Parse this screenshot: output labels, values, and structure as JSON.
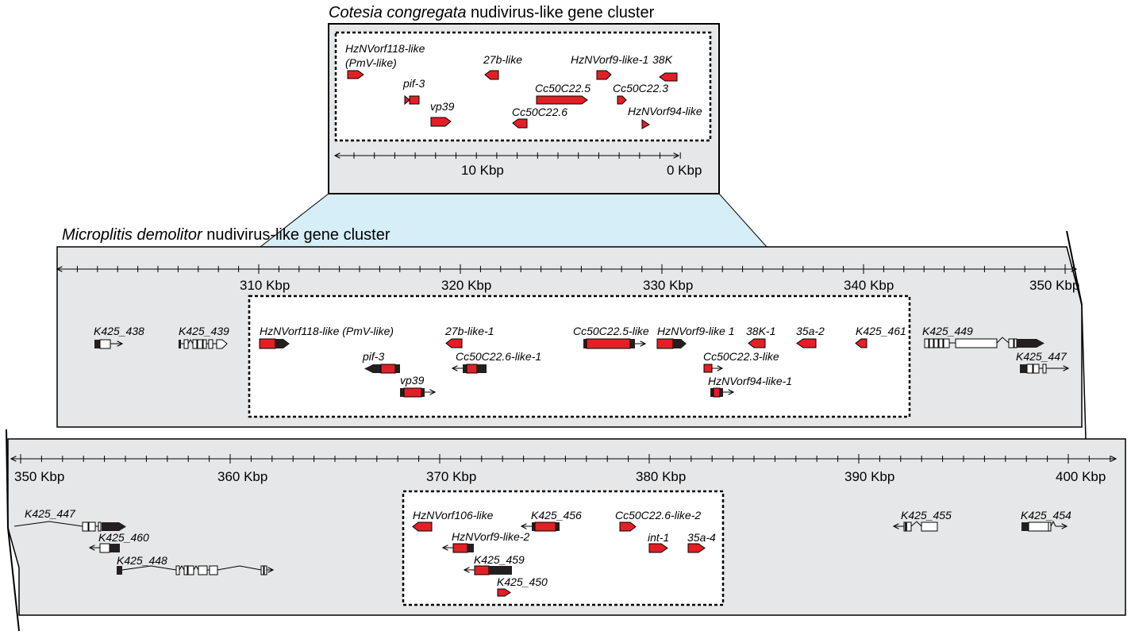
{
  "colors": {
    "nudi": "#e31f26",
    "dark": "#231f20",
    "panel": "#e6e7e8",
    "zoom": "#d6eef8",
    "box": "#ffffff"
  },
  "cotesia": {
    "title_italic": "Cotesia congregata",
    "title_rest": " nudivirus-like gene cluster",
    "scale_labels": {
      "left": "10 Kbp",
      "right": "0 Kbp"
    },
    "genes": [
      {
        "id": "hz118",
        "label": "HzNVorf118-like"
      },
      {
        "id": "hz118b",
        "label": "(PmV-like)"
      },
      {
        "id": "pif3",
        "label": "pif-3"
      },
      {
        "id": "vp39",
        "label": "vp39"
      },
      {
        "id": "27b",
        "label": "27b-like"
      },
      {
        "id": "cc225",
        "label": "Cc50C22.5"
      },
      {
        "id": "cc226",
        "label": "Cc50C22.6"
      },
      {
        "id": "hz9",
        "label": "HzNVorf9-like-1"
      },
      {
        "id": "cc223",
        "label": "Cc50C22.3"
      },
      {
        "id": "38k",
        "label": "38K"
      },
      {
        "id": "hz94",
        "label": "HzNVorf94-like"
      }
    ]
  },
  "microplitis": {
    "title_italic": "Microplitis demolitor",
    "title_rest": " nudivirus-like gene cluster",
    "panel1": {
      "scale_labels": [
        "310 Kbp",
        "320 Kbp",
        "330 Kbp",
        "340 Kbp",
        "350 Kbp"
      ],
      "genes": [
        {
          "id": "k438",
          "label": "K425_438"
        },
        {
          "id": "k439",
          "label": "K425_439"
        },
        {
          "id": "hz118",
          "label": "HzNVorf118-like (PmV-like)"
        },
        {
          "id": "pif3",
          "label": "pif-3"
        },
        {
          "id": "vp39",
          "label": "vp39"
        },
        {
          "id": "27b",
          "label": "27b-like-1"
        },
        {
          "id": "cc226",
          "label": "Cc50C22.6-like-1"
        },
        {
          "id": "cc225",
          "label": "Cc50C22.5-like"
        },
        {
          "id": "hz9",
          "label": "HzNVorf9-like 1"
        },
        {
          "id": "38k",
          "label": "38K-1"
        },
        {
          "id": "35a2",
          "label": "35a-2"
        },
        {
          "id": "k461",
          "label": "K425_461"
        },
        {
          "id": "cc223",
          "label": "Cc50C22.3-like"
        },
        {
          "id": "hz94",
          "label": "HzNVorf94-like-1"
        },
        {
          "id": "k449",
          "label": "K425_449"
        },
        {
          "id": "k447",
          "label": "K425_447"
        }
      ]
    },
    "panel2": {
      "scale_labels": [
        "350 Kbp",
        "360 Kbp",
        "370 Kbp",
        "380 Kbp",
        "390 Kbp",
        "400 Kbp"
      ],
      "genes": [
        {
          "id": "k447",
          "label": "K425_447"
        },
        {
          "id": "k460",
          "label": "K425_460"
        },
        {
          "id": "k448",
          "label": "K425_448"
        },
        {
          "id": "hz106",
          "label": "HzNVorf106-like"
        },
        {
          "id": "k456",
          "label": "K425_456"
        },
        {
          "id": "hz9b",
          "label": "HzNVorf9-like-2"
        },
        {
          "id": "k459",
          "label": "K425_459"
        },
        {
          "id": "k450",
          "label": "K425_450"
        },
        {
          "id": "cc226b",
          "label": "Cc50C22.6-like-2"
        },
        {
          "id": "int1",
          "label": "int-1"
        },
        {
          "id": "35a4",
          "label": "35a-4"
        },
        {
          "id": "k455",
          "label": "K425_455"
        },
        {
          "id": "k454",
          "label": "K425_454"
        }
      ]
    }
  }
}
